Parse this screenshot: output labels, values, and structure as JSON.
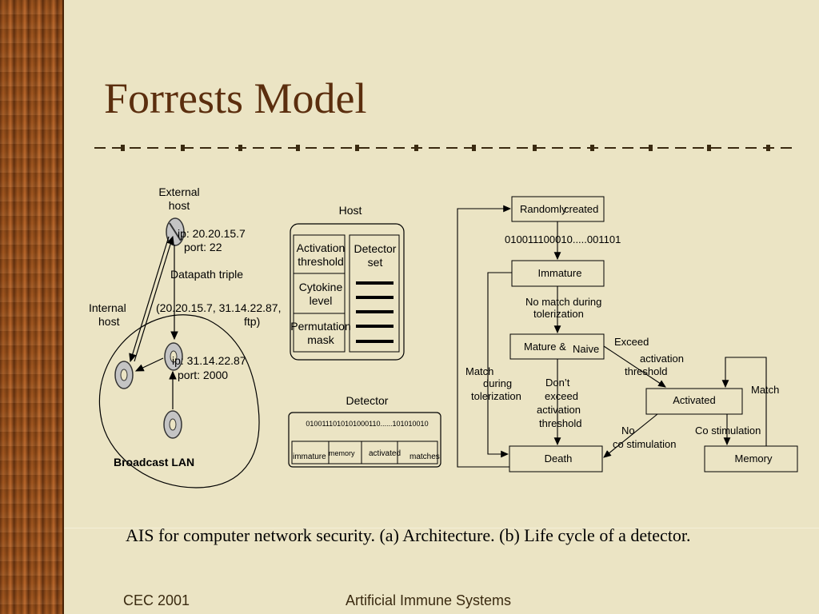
{
  "slide": {
    "title": "Forrests Model",
    "caption": "AIS for computer network security. (a) Architecture. (b) Life cycle of a detector.",
    "footer_left": "CEC 2001",
    "footer_center": "Artificial Immune Systems"
  },
  "architecture": {
    "external_host_l1": "External",
    "external_host_l2": "host",
    "ip1": "ip: 20.20.15.7",
    "port1": "port: 22",
    "datapath": "Datapath triple",
    "internal_host_l1": "Internal",
    "internal_host_l2": "host",
    "triple_l1": "(20.20.15.7, 31.14.22.87,",
    "triple_l2": "ftp)",
    "ip2": "ip: 31.14.22.87",
    "port2": "port: 2000",
    "broadcast_lan": "Broadcast LAN",
    "host_label": "Host",
    "activation_l1": "Activation",
    "activation_l2": "threshold",
    "cytokine_l1": "Cytokine",
    "cytokine_l2": "level",
    "permutation_l1": "Permutation",
    "permutation_l2": "mask",
    "detector_set_l1": "Detector",
    "detector_set_l2": "set",
    "detector_label": "Detector",
    "detector_bits": "0100111010101000110......101010010",
    "field_immature": "immature",
    "field_memory": "memory",
    "field_activated": "activated",
    "field_matches": "matches"
  },
  "lifecycle": {
    "random_created_a": "Randomly",
    "random_created_b": "created",
    "bitstring": "010011100010.....001101",
    "immature": "Immature",
    "no_match_l1": "No  match during",
    "no_match_l2": "tolerization",
    "mature_a": "Mature &",
    "mature_b": "Naive",
    "exceed_l1": "Exceed",
    "exceed_l2": "activation",
    "exceed_l3": "threshold",
    "match_tol_l1": "Match",
    "match_tol_l2": "during",
    "match_tol_l3": "tolerization",
    "dont_exceed_l1": "Don’t",
    "dont_exceed_l2": "exceed",
    "dont_exceed_l3": "activation",
    "dont_exceed_l4": "threshold",
    "activated": "Activated",
    "match": "Match",
    "no_costim_l1": "No",
    "no_costim_l2": "co stimulation",
    "costim": "Co stimulation",
    "death": "Death",
    "memory": "Memory"
  }
}
